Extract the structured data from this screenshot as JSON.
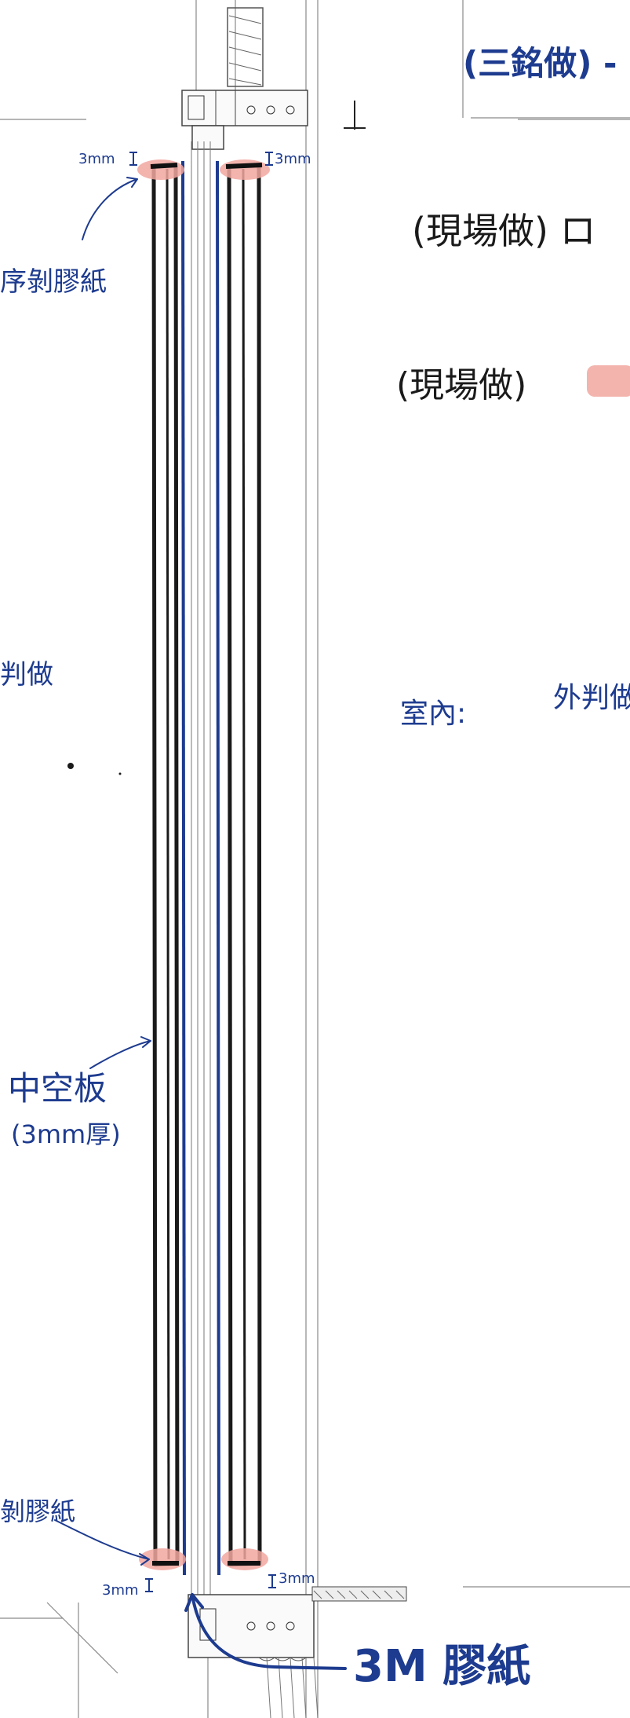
{
  "annotations": {
    "top_right_header": "(三銘做) -",
    "onsite_1": "(現場做) ロ",
    "onsite_2": "(現場做)",
    "left_top_callout": "序剝膠紙",
    "left_mid_fragment": "判做",
    "indoor_label": "室內:",
    "outer_fragment": "外判做",
    "hollow_board": "中空板",
    "hollow_board_thickness": "(3mm厚)",
    "left_bottom_callout": "剝膠紙",
    "dim_top_left": "3mm",
    "dim_top_right": "3mm",
    "dim_bottom_left": "3mm",
    "dim_bottom_right": "3mm",
    "tape_3m": "3M 膠紙"
  },
  "colors": {
    "ink_dark": "#1a1a1a",
    "ink_blue": "#1d3b8f",
    "marker_pink": "#f2a7a0",
    "thin_line": "#8a8a8a"
  }
}
